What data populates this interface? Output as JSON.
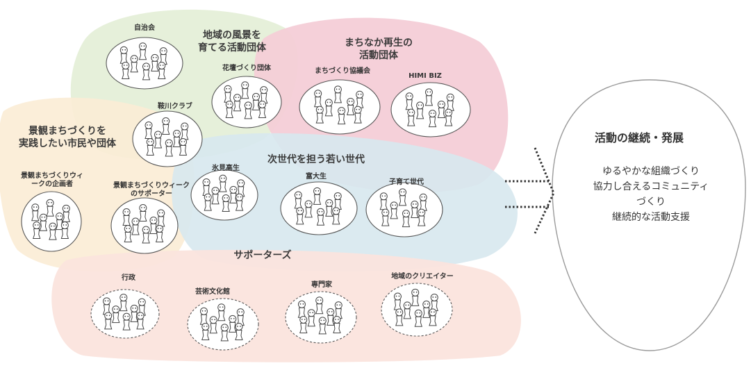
{
  "regions": {
    "landscape": "地域の風景を\n育てる活動団体",
    "machinaka": "まちなか再生の\n活動団体",
    "citizens": "景観まちづくりを\n実践したい市民や団体",
    "next_gen": "次世代を担う若い世代",
    "supporters": "サポーターズ"
  },
  "groups": {
    "jichikai": "自治会",
    "kadan": "花壇づくり団体",
    "machi_council": "まちづくり協議会",
    "himi_biz": "HIMI BIZ",
    "club": "鞍川クラブ",
    "week_planners": "景観まちづくりウィ\nークの企画者",
    "week_supporters": "景観まちづくりウィーク\nのサポーター",
    "highschool": "氷見高生",
    "university": "富大生",
    "parenting": "子育て世代",
    "gyosei": "行政",
    "geijutsu": "芸術文化館",
    "senmonka": "専門家",
    "creator": "地域のクリエイター"
  },
  "result": {
    "title": "活動の継続・発展",
    "lines": [
      "ゆるやかな組織づくり",
      "協力し合えるコミュニティ",
      "づくり",
      "継続的な活動支援"
    ]
  },
  "colors": {
    "green_blob": "#e3efd5",
    "pink_blob": "#f3cdd6",
    "yellow_blob": "#fbecd3",
    "blue_blob": "#d9e9ef",
    "peach_blob": "#fbe5de"
  }
}
